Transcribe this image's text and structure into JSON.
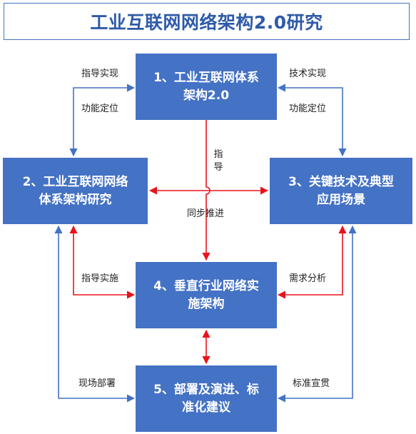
{
  "title": "工业互联网网络架构2.0研究",
  "nodes": {
    "n1": "1、工业互联网体系\n架构2.0",
    "n2": "2、工业互联网网络\n体系架构研究",
    "n3": "3、关键技术及典型\n应用场景",
    "n4": "4、垂直行业网络实\n施架构",
    "n5": "5、部署及演进、标\n准化建议"
  },
  "labels": {
    "guide_impl": "指导实现",
    "tech_impl": "技术实现",
    "func_pos_left": "功能定位",
    "func_pos_right": "功能定位",
    "guide_vertical": "指导",
    "sync_advance": "同步推进",
    "guide_implement": "指导实施",
    "demand_analysis": "需求分析",
    "field_deploy": "现场部署",
    "std_promote": "标准宣贯"
  },
  "colors": {
    "node_fill": "#4472c4",
    "blue_edge": "#4472c4",
    "red_edge": "#e8141b",
    "title_text": "#2e5aa8"
  }
}
